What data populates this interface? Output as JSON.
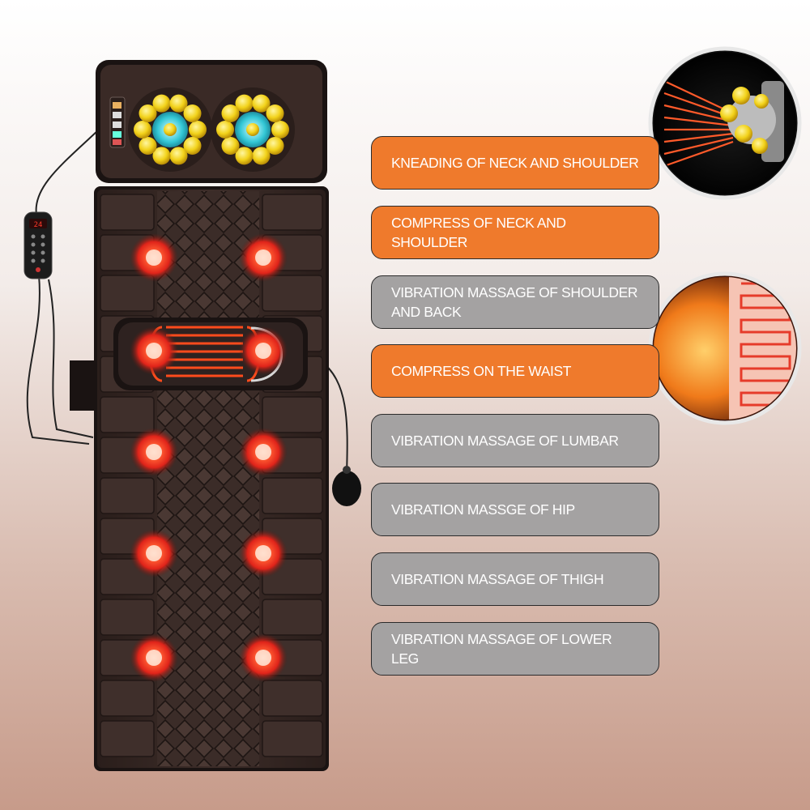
{
  "colors": {
    "orange_label": "#ef7a2c",
    "gray_label": "#a4a2a2",
    "mat_dark": "#3a2a26",
    "heat_glow": "#ff3b1a",
    "kneading_node": "#f2d21a"
  },
  "remote_display": "24",
  "features": [
    {
      "label": "KNEADING OF NECK AND SHOULDER",
      "style": "orange"
    },
    {
      "label": "COMPRESS OF NECK AND SHOULDER",
      "style": "orange"
    },
    {
      "label": "VIBRATION MASSAGE OF SHOULDER AND BACK",
      "style": "gray"
    },
    {
      "label": "COMPRESS ON THE WAIST",
      "style": "orange"
    },
    {
      "label": "VIBRATION MASSAGE OF LUMBAR",
      "style": "gray"
    },
    {
      "label": "VIBRATION MASSGE OF HIP",
      "style": "gray"
    },
    {
      "label": "VIBRATION MASSAGE OF THIGH",
      "style": "gray"
    },
    {
      "label": "VIBRATION MASSAGE OF LOWER LEG",
      "style": "gray"
    }
  ],
  "insets": [
    {
      "icon": "kneading-roller-icon"
    },
    {
      "icon": "heating-pad-icon"
    }
  ]
}
